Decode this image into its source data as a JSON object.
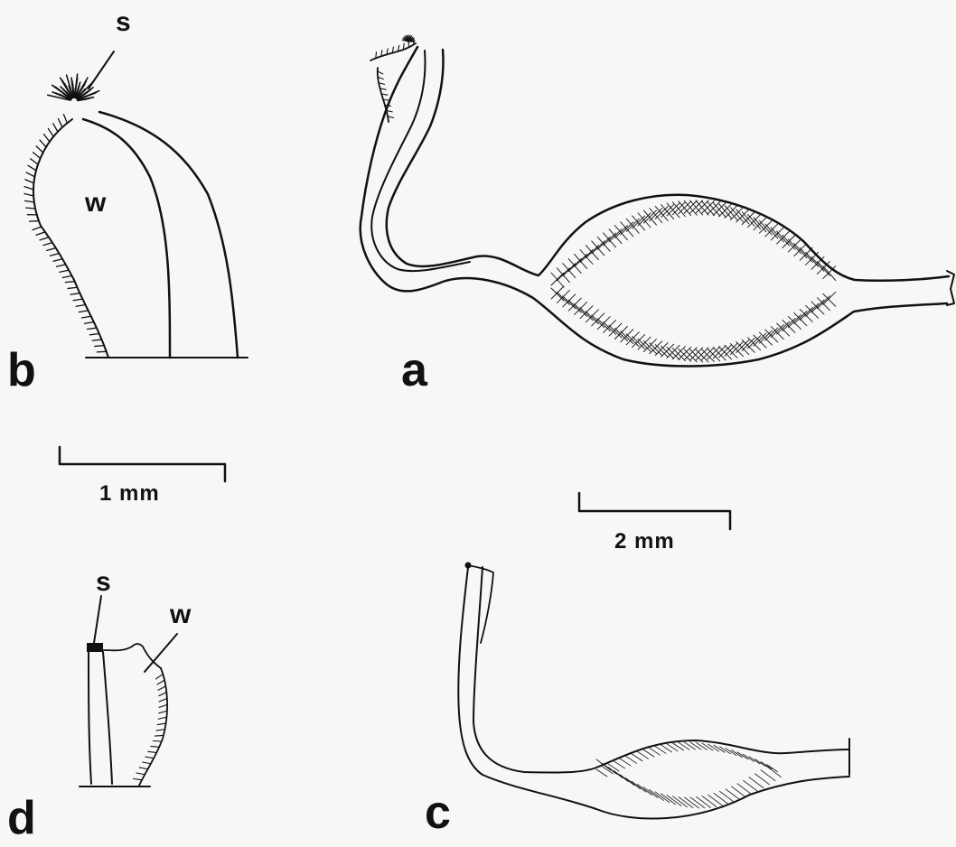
{
  "panels": {
    "a": {
      "letter": "a"
    },
    "b": {
      "letter": "b",
      "labels": {
        "s": "s",
        "w": "w"
      }
    },
    "c": {
      "letter": "c"
    },
    "d": {
      "letter": "d",
      "labels": {
        "s": "s",
        "w": "w"
      }
    }
  },
  "scale_bars": {
    "small": {
      "label": "1 mm"
    },
    "large": {
      "label": "2 mm"
    }
  },
  "colors": {
    "background": "#f7f7f5",
    "ink": "#111111"
  }
}
